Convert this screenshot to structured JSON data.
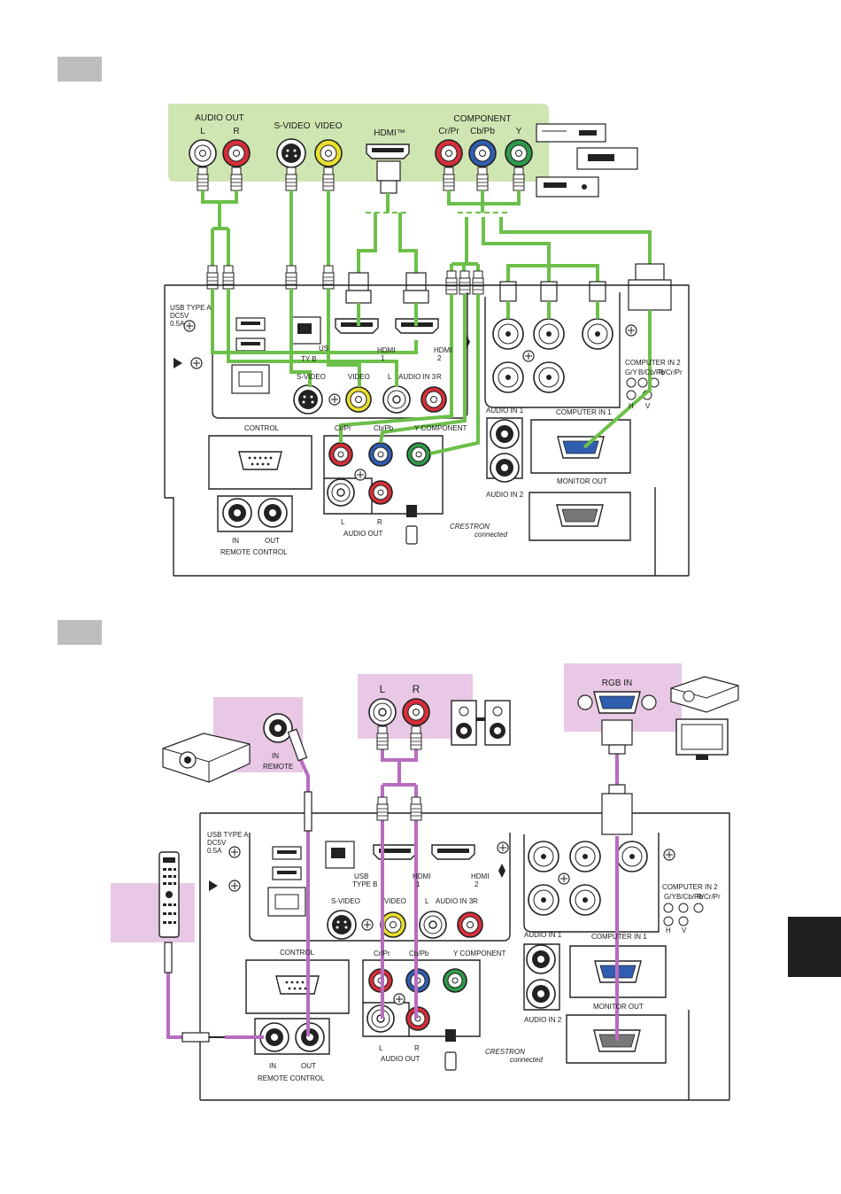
{
  "colors": {
    "green_panel": "#cfe6b2",
    "green_cable": "#6cc04a",
    "purple_panel": "#e8c8e4",
    "purple_cable": "#b86cc0",
    "red_jack": "#d62f3a",
    "yellow_jack": "#e8df2f",
    "blue_jack": "#2f5db0",
    "green_jack": "#2f9a4a",
    "side_tab": "#1e1e1e"
  },
  "top": {
    "source_labels": {
      "audio_out": "AUDIO OUT",
      "l": "L",
      "r": "R",
      "svideo": "S-VIDEO",
      "video": "VIDEO",
      "hdmi": "HDMI™",
      "component": "COMPONENT",
      "crpr": "Cr/Pr",
      "cbpb": "Cb/Pb",
      "y": "Y"
    },
    "panel": {
      "usb_type_a": "USB TYPE A",
      "dc5v": "DC5V",
      "amp": "0.5A",
      "usb_type_b_partial": "US",
      "type_b_partial": "TY    B",
      "hdmi1": "HDMI",
      "hdmi1_num": "1",
      "hdmi2": "HDMI",
      "hdmi2_num": "2",
      "svideo": "S-VIDEO",
      "video": "VIDEO",
      "audio_in3": "AUDIO IN 3",
      "l_circle": "L",
      "r_circle": "R",
      "control": "CONTROL",
      "crpr": "Cr/Pr",
      "cbpb": "Cb/Pb",
      "component": "Y  COMPONENT",
      "audio_in1": "AUDIO IN 1",
      "audio_in2": "AUDIO IN 2",
      "computer_in1": "COMPUTER IN 1",
      "computer_in2": "COMPUTER IN 2",
      "gy": "G/Y",
      "bcbpb": "B/Cb/Pb",
      "rcrpr": "R/Cr/Pr",
      "h": "H",
      "v": "V",
      "monitor_out": "MONITOR OUT",
      "audio_out": "AUDIO OUT",
      "in": "IN",
      "out": "OUT",
      "remote_control": "REMOTE CONTROL",
      "crestron": "CRESTRON",
      "connected": "connected"
    }
  },
  "bottom": {
    "labels": {
      "in": "IN",
      "remote": "REMOTE",
      "l": "L",
      "r": "R",
      "rgb_in": "RGB IN"
    },
    "panel": {
      "usb_type_a": "USB TYPE A",
      "dc5v": "DC5V",
      "amp": "0.5A",
      "usb": "USB",
      "type_b": "TYPE B",
      "hdmi1": "HDMI",
      "hdmi1_num": "1",
      "hdmi2": "HDMI",
      "hdmi2_num": "2",
      "svideo": "S-VIDEO",
      "video": "VIDEO",
      "audio_in3": "AUDIO IN 3",
      "l_circle": "L",
      "r_circle": "R",
      "control": "CONTROL",
      "crpr": "Cr/Pr",
      "cbpb": "Cb/Pb",
      "component": "Y  COMPONENT",
      "audio_in1": "AUDIO IN 1",
      "audio_in2": "AUDIO IN 2",
      "computer_in1": "COMPUTER IN 1",
      "computer_in2": "COMPUTER IN 2",
      "gy": "G/Y",
      "bcbpb": "B/Cb/Pb",
      "rcrpr": "R/Cr/Pr",
      "h": "H",
      "v": "V",
      "monitor_out": "MONITOR OUT",
      "audio_out": "AUDIO OUT",
      "in": "IN",
      "out": "OUT",
      "remote_control": "REMOTE CONTROL",
      "crestron": "CRESTRON",
      "connected": "connected"
    }
  }
}
